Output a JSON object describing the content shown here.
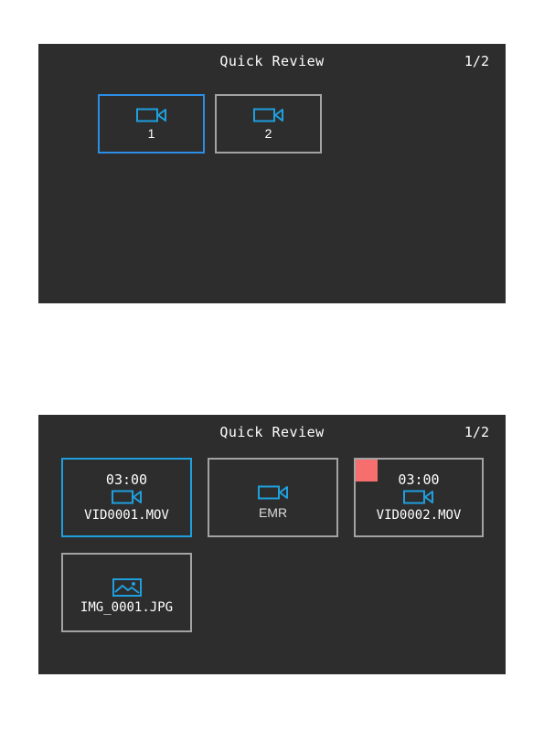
{
  "top_screen": {
    "title": "Quick Review",
    "pager": "1/2",
    "folders": [
      {
        "label": "1",
        "icon": "video-camera-icon",
        "selected": true
      },
      {
        "label": "2",
        "icon": "video-camera-icon",
        "selected": false
      }
    ]
  },
  "bottom_screen": {
    "title": "Quick Review",
    "pager": "1/2",
    "files": [
      {
        "duration": "03:00",
        "name": "VID0001.MOV",
        "icon": "video-camera-icon",
        "selected": true
      },
      {
        "name": "EMR",
        "icon": "video-camera-icon",
        "selected": false
      },
      {
        "duration": "03:00",
        "name": "VID0002.MOV",
        "icon": "video-camera-icon",
        "selected": false,
        "locked_marker": true
      },
      {
        "name": "IMG_0001.JPG",
        "icon": "image-icon",
        "selected": false
      }
    ]
  },
  "colors": {
    "screen_bg": "#2d2d2d",
    "icon_accent": "#1fa0de",
    "selected_border": "#2d8ee6",
    "tile_border": "#a3a3a3",
    "marker": "#f76e6e"
  }
}
